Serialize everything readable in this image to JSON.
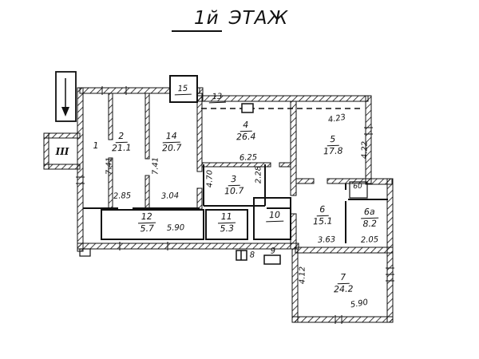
{
  "title": {
    "floor": "1й",
    "word": "ЭТАЖ"
  },
  "rooms": {
    "r1": {
      "number": "1"
    },
    "r2": {
      "number": "2",
      "area": "21.1"
    },
    "r3": {
      "number": "3",
      "area": "10.7"
    },
    "r4": {
      "number": "4",
      "area": "26.4"
    },
    "r5": {
      "number": "5",
      "area": "17.8"
    },
    "r6": {
      "number": "6",
      "area": "15.1"
    },
    "r6a": {
      "number": "6а",
      "area": "8.2"
    },
    "r7": {
      "number": "7",
      "area": "24.2"
    },
    "r8": {
      "number": "8"
    },
    "r9": {
      "number": "9"
    },
    "r10": {
      "number": "10"
    },
    "r11": {
      "number": "11",
      "area": "5.3"
    },
    "r12": {
      "number": "12",
      "area": "5.7"
    },
    "r13": {
      "number": "13"
    },
    "r14": {
      "number": "14",
      "area": "20.7"
    },
    "r15": {
      "number": "15"
    }
  },
  "dims": {
    "h2_741": "7.41",
    "h14_741": "7.41",
    "w2_285": "2.85",
    "w14_304": "3.04",
    "w4_625": "6.25",
    "h3_470": "4.70",
    "h3r_228": "2.28",
    "w5_423": "4.23",
    "h5_422": "4.22",
    "w12_590": "5.90",
    "w6_363": "3.63",
    "w6a_205": "2.05",
    "shaft_60": "60",
    "h7_412": "4.12",
    "w7_590": "5.90"
  },
  "marks": {
    "entrance": "III"
  },
  "colors": {
    "ink": "#111111",
    "background": "#ffffff"
  }
}
